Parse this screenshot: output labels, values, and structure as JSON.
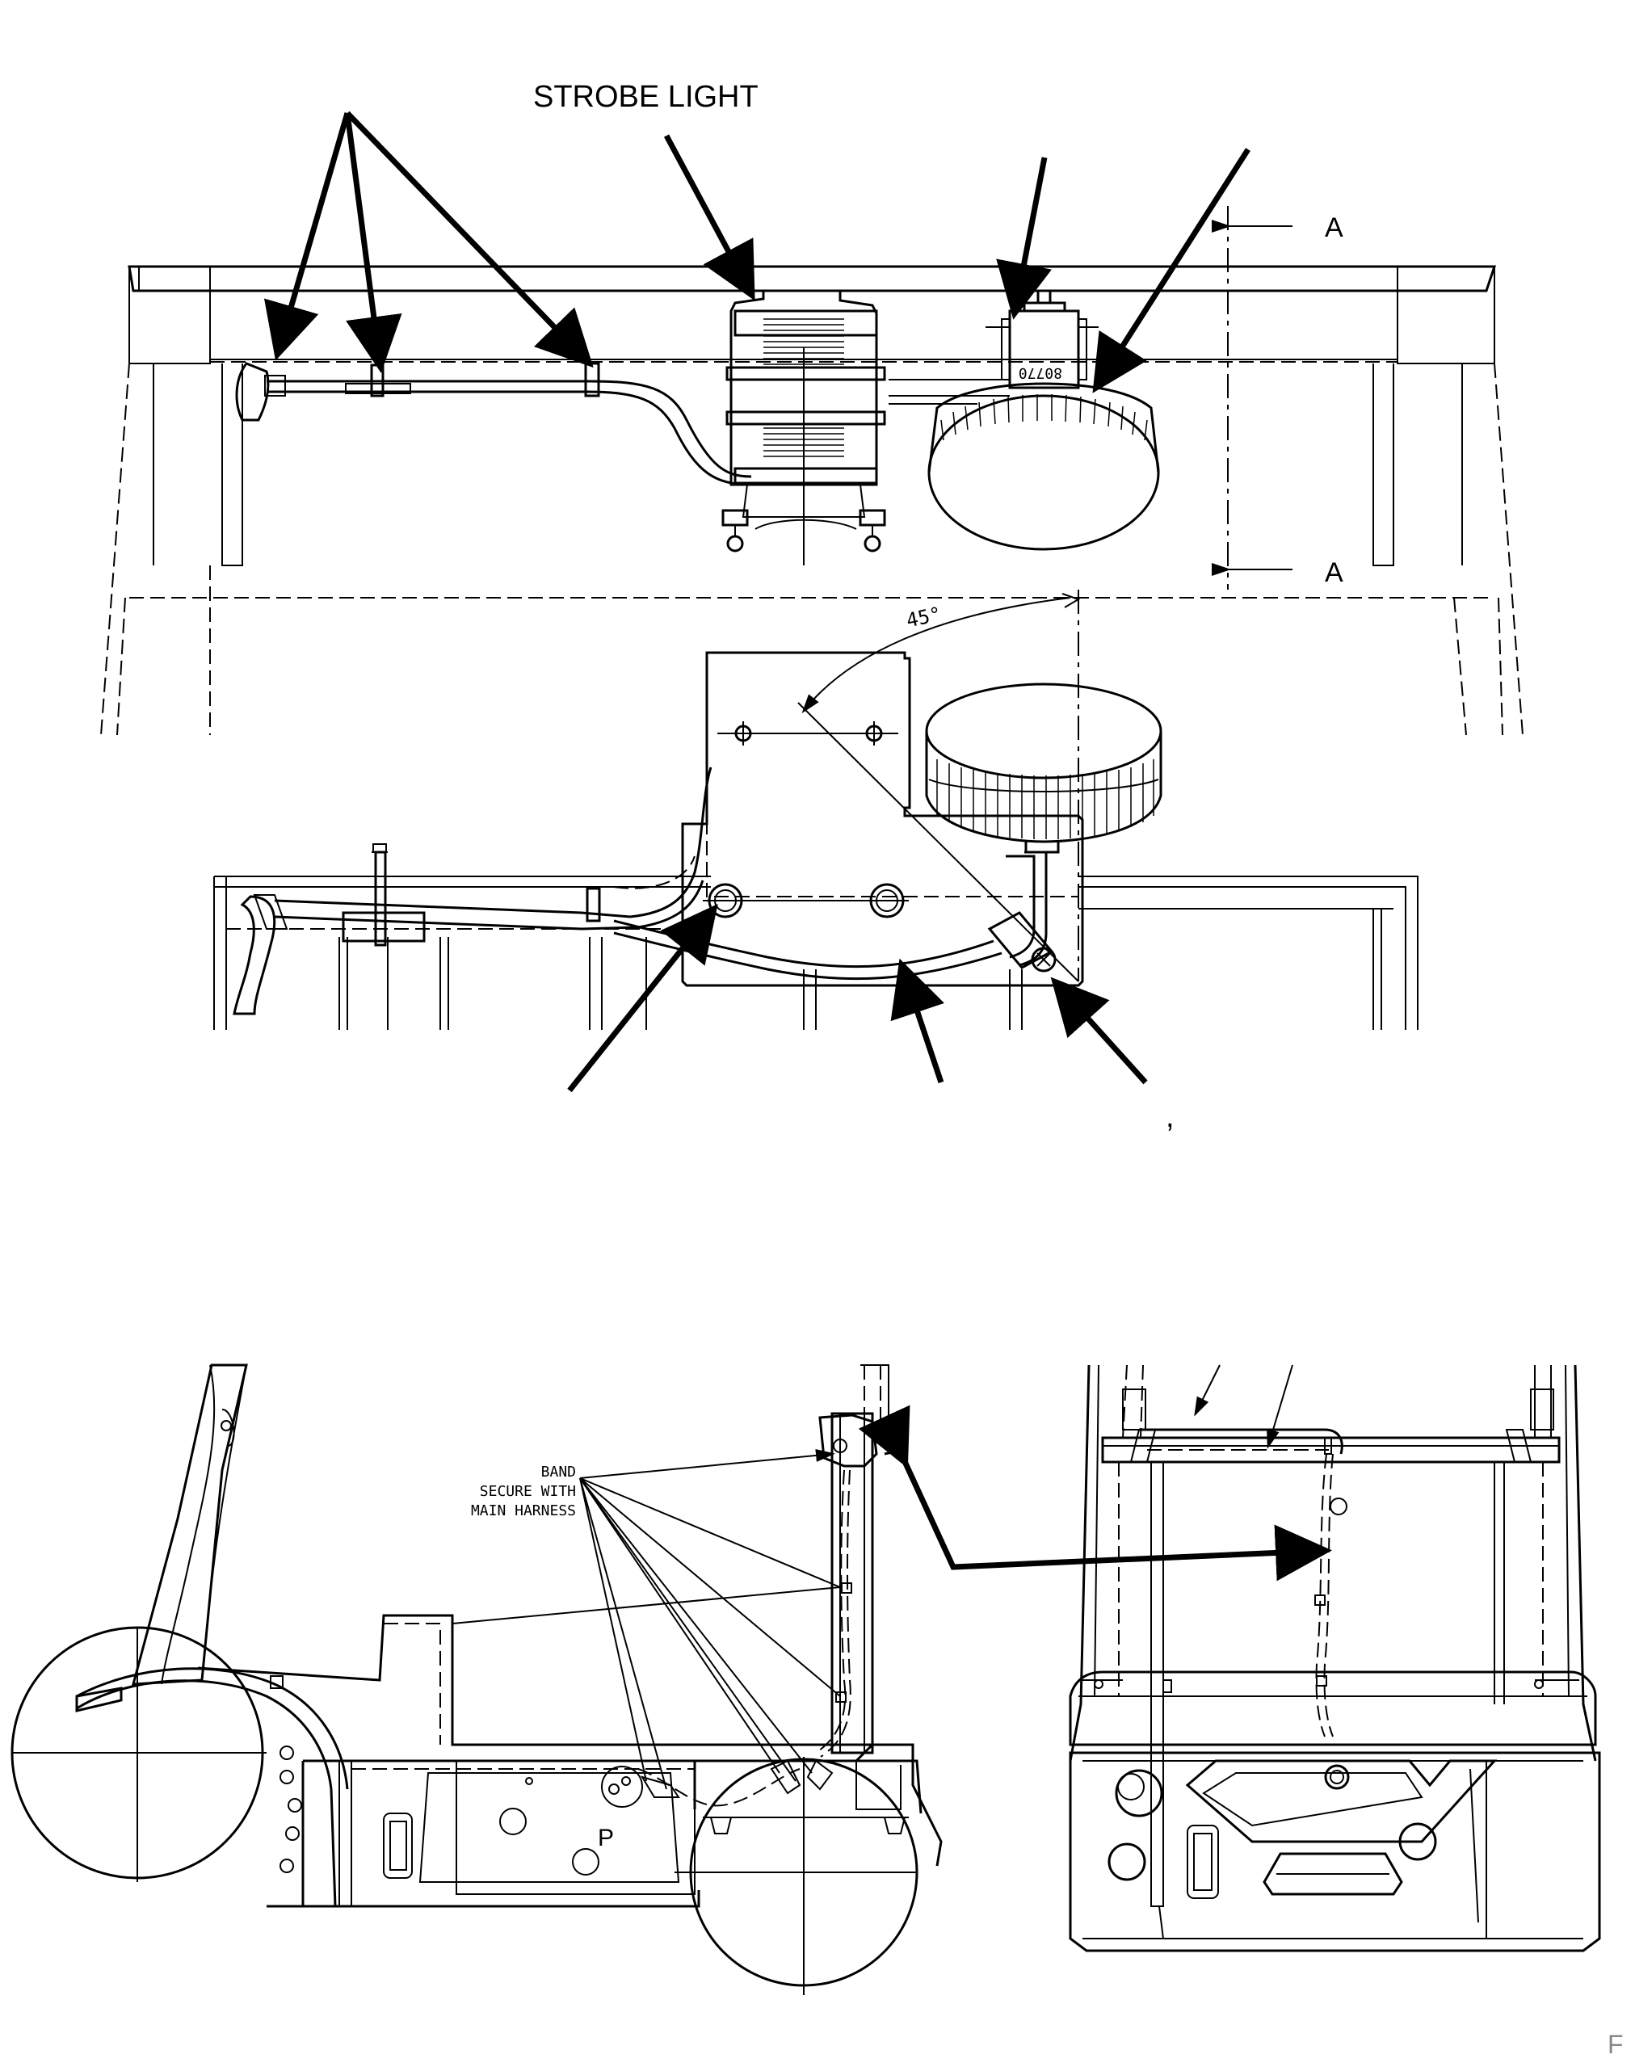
{
  "labels": {
    "strobe_light": "STROBE LIGHT",
    "section_a_top": "A",
    "section_a_bottom": "A",
    "angle": "45°",
    "part_number": "80770",
    "comma_mark": ",",
    "band": "BAND",
    "secure_with": "SECURE WITH",
    "main_harness": "MAIN HARNESS",
    "detail_p": "P",
    "corner_mark": "F"
  },
  "colors": {
    "line": "#000000",
    "background": "#ffffff"
  }
}
